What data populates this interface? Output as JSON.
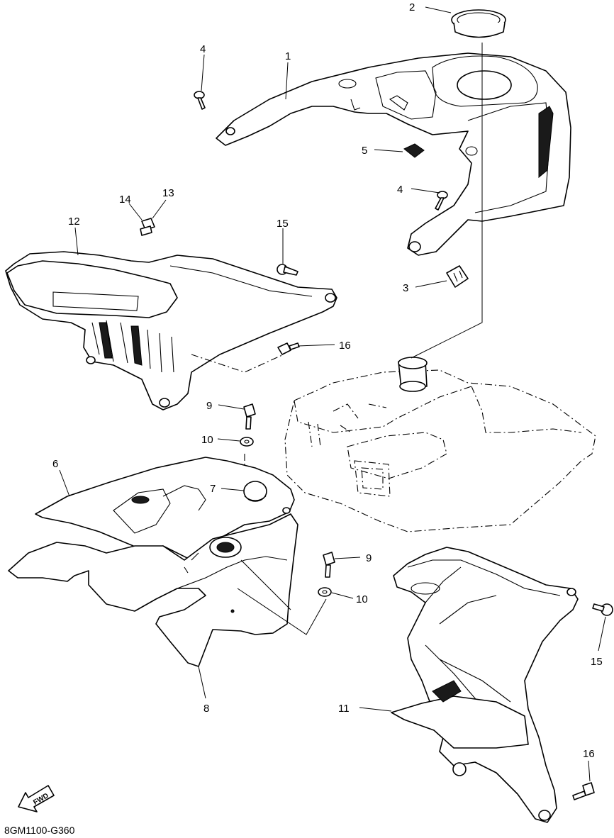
{
  "diagram": {
    "callouts": {
      "c1": "1",
      "c2": "2",
      "c3": "3",
      "c4a": "4",
      "c4b": "4",
      "c5": "5",
      "c6": "6",
      "c7": "7",
      "c8": "8",
      "c9a": "9",
      "c9b": "9",
      "c10a": "10",
      "c10b": "10",
      "c11": "11",
      "c12": "12",
      "c13": "13",
      "c14": "14",
      "c15a": "15",
      "c15b": "15",
      "c16a": "16",
      "c16b": "16"
    },
    "fwd_label": "FWD",
    "drawing_code": "8GM1100-G360"
  }
}
